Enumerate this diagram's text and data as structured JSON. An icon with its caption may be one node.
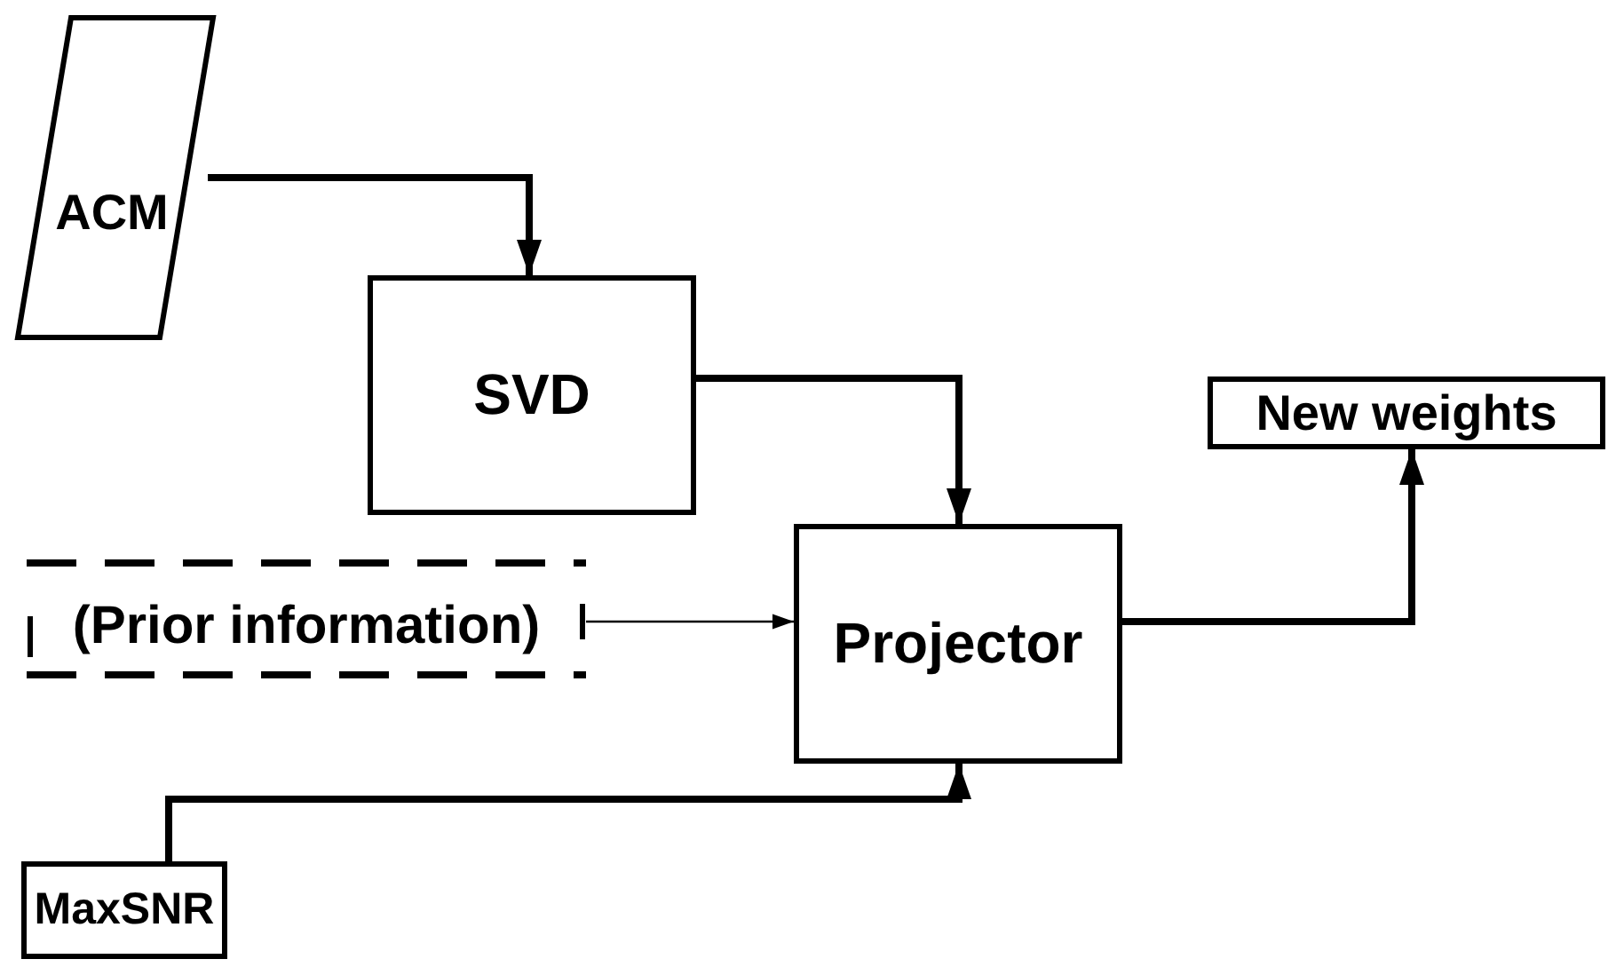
{
  "diagram": {
    "nodes": [
      {
        "text": [
          "ACM"
        ]
      },
      {
        "text": [
          "SVD"
        ]
      },
      {
        "text": [
          "(Prior information)"
        ]
      },
      {
        "text": [
          "Projector"
        ]
      },
      {
        "text": [
          "New weights"
        ]
      },
      {
        "text": [
          "MaxSNR"
        ]
      }
    ],
    "edges": [
      {
        "from": 0,
        "to": 1,
        "arrow": "to"
      },
      {
        "from": 1,
        "to": 3,
        "arrow": "to"
      },
      {
        "from": 2,
        "to": 3,
        "arrow": "to"
      },
      {
        "from": 3,
        "to": 4,
        "arrow": "to"
      },
      {
        "from": 5,
        "to": 3,
        "arrow": "to"
      }
    ]
  }
}
